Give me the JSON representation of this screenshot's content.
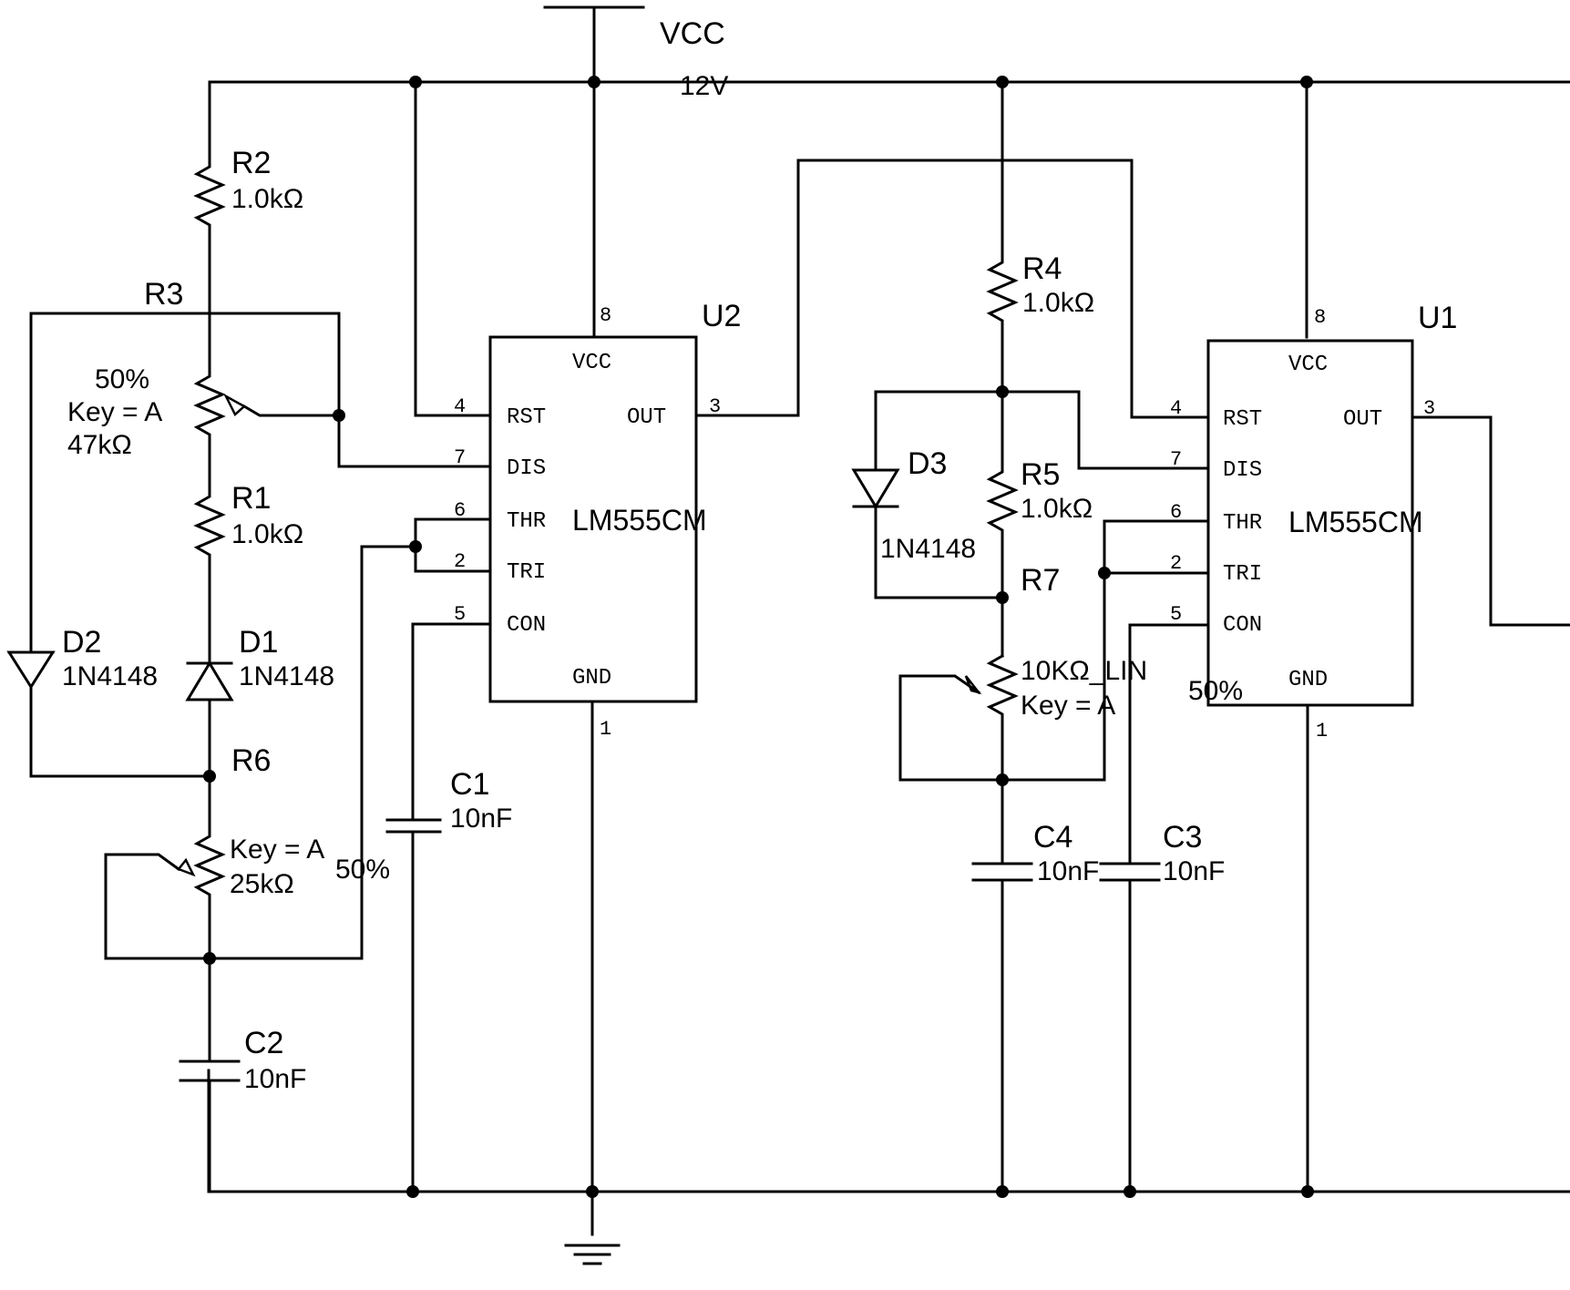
{
  "supply": {
    "name": "VCC",
    "voltage": "12V"
  },
  "chips": [
    {
      "ref": "U2",
      "part": "LM555CM",
      "pins": {
        "vcc": "VCC",
        "rst": "RST",
        "out": "OUT",
        "dis": "DIS",
        "thr": "THR",
        "tri": "TRI",
        "con": "CON",
        "gnd": "GND"
      },
      "pin_numbers": {
        "p8": "8",
        "p4": "4",
        "p3": "3",
        "p7": "7",
        "p6": "6",
        "p2": "2",
        "p5": "5",
        "p1": "1"
      }
    },
    {
      "ref": "U1",
      "part": "LM555CM",
      "pins": {
        "vcc": "VCC",
        "rst": "RST",
        "out": "OUT",
        "dis": "DIS",
        "thr": "THR",
        "tri": "TRI",
        "con": "CON",
        "gnd": "GND"
      },
      "pin_numbers": {
        "p8": "8",
        "p4": "4",
        "p3": "3",
        "p7": "7",
        "p6": "6",
        "p2": "2",
        "p5": "5",
        "p1": "1"
      }
    }
  ],
  "components": {
    "R2": {
      "ref": "R2",
      "value": "1.0kΩ"
    },
    "R3": {
      "ref": "R3",
      "setting": "50%",
      "key": "Key = A",
      "value": "47kΩ"
    },
    "R1": {
      "ref": "R1",
      "value": "1.0kΩ"
    },
    "D2": {
      "ref": "D2",
      "part": "1N4148"
    },
    "D1": {
      "ref": "D1",
      "part": "1N4148"
    },
    "R6": {
      "ref": "R6",
      "key": "Key = A",
      "setting": "50%",
      "value": "25kΩ"
    },
    "C2": {
      "ref": "C2",
      "value": "10nF"
    },
    "C1": {
      "ref": "C1",
      "value": "10nF"
    },
    "R4": {
      "ref": "R4",
      "value": "1.0kΩ"
    },
    "D3": {
      "ref": "D3",
      "part": "1N4148"
    },
    "R5": {
      "ref": "R5",
      "value": "1.0kΩ"
    },
    "R7": {
      "ref": "R7",
      "value": "10KΩ_LIN",
      "key": "Key = A",
      "setting": "50%"
    },
    "C4": {
      "ref": "C4",
      "value": "10nF"
    },
    "C3": {
      "ref": "C3",
      "value": "10nF"
    }
  }
}
